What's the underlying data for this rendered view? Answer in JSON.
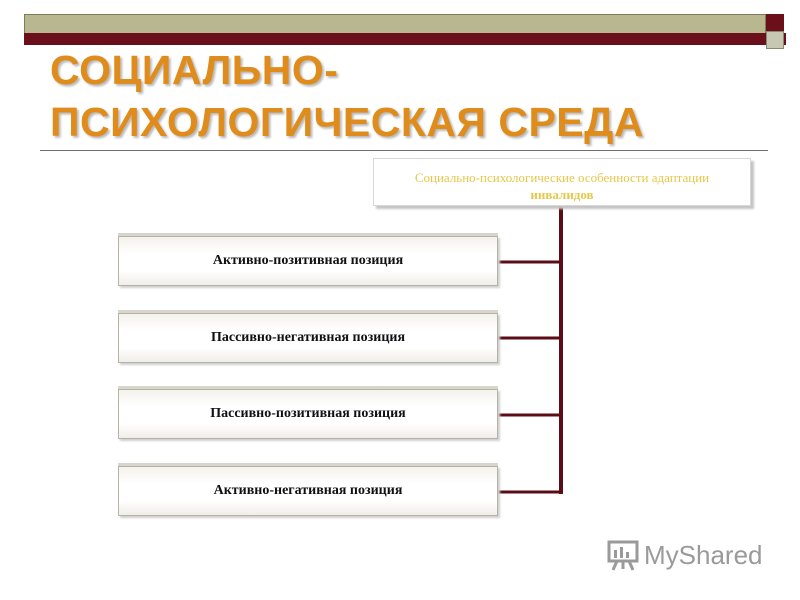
{
  "slide": {
    "title_line1": "СОЦИАЛЬНО-",
    "title_line2": "ПСИХОЛОГИЧЕСКАЯ СРЕДА"
  },
  "diagram": {
    "root_line1": "Социально-психологические особенности адаптации",
    "root_line2": "инвалидов",
    "nodes": [
      "Активно-позитивная позиция",
      "Пассивно-негативная позиция",
      "Пассивно-позитивная позиция",
      "Активно-негативная позиция"
    ]
  },
  "watermark": {
    "text": "MyShared",
    "icon": "presentation-board-icon"
  },
  "colors": {
    "title": "#e08c1c",
    "connector": "#5a0d17",
    "accent_bar": "#6b0f1a",
    "olive_bar": "#b9b78f",
    "root_text": "#e6c74a"
  }
}
